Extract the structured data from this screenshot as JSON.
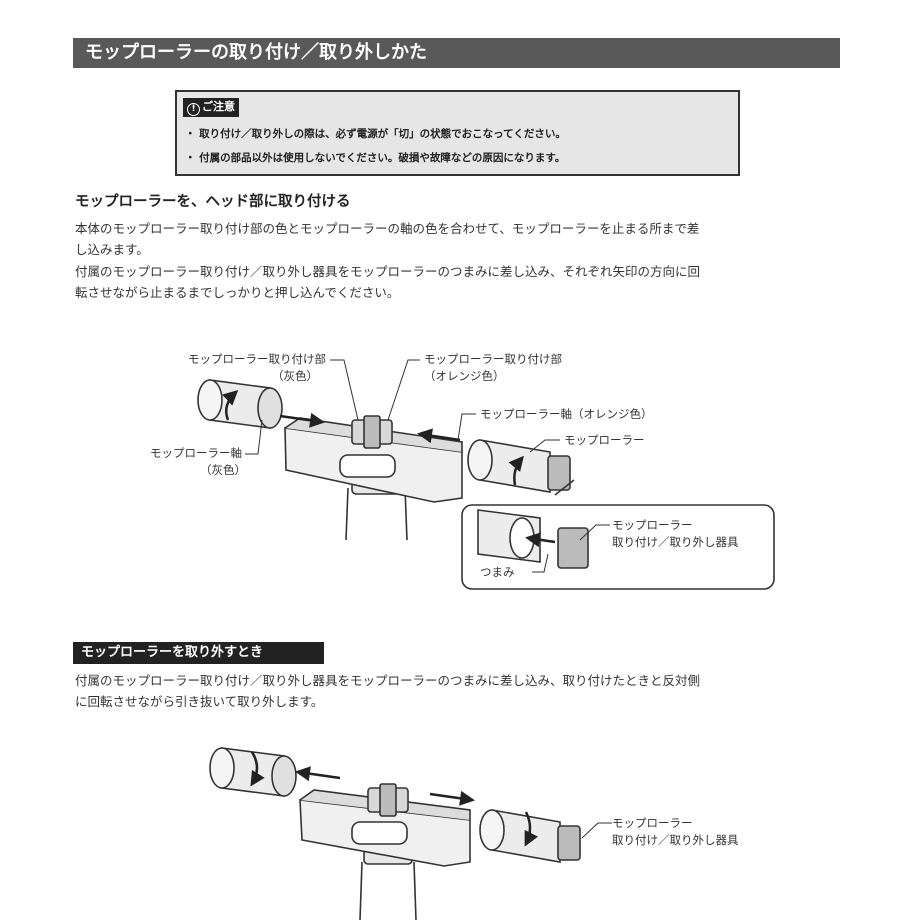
{
  "header": {
    "title": "モップローラーの取り付け／取り外しかた"
  },
  "caution": {
    "label": "ご注意",
    "icon": "exclamation-circle-icon",
    "lines": [
      "・ 取り付け／取り外しの際は、必ず電源が「切」の状態でおこなってください。",
      "・ 付属の部品以外は使用しないでください。破損や故障などの原因になります。"
    ]
  },
  "attach_section": {
    "heading": "モップローラーを、ヘッド部に取り付ける",
    "paragraph_lines": [
      "本体のモップローラー取り付け部の色とモップローラーの軸の色を合わせて、モップローラーを止まる所まで差",
      "し込みます。",
      "付属のモップローラー取り付け／取り外し器具をモップローラーのつまみに差し込み、それぞれ矢印の方向に回",
      "転させながら止まるまでしっかりと押し込んでください。"
    ]
  },
  "diagram1": {
    "labels": {
      "mount_gray_1": "モップローラー取り付け部",
      "mount_gray_2": "（灰色）",
      "mount_orange_1": "モップローラー取り付け部",
      "mount_orange_2": "（オレンジ色）",
      "shaft_orange": "モップローラー軸（オレンジ色）",
      "roller": "モップローラー",
      "shaft_gray_1": "モップローラー軸",
      "shaft_gray_2": "（灰色）",
      "tool_1": "モップローラー",
      "tool_2": "取り付け／取り外し器具",
      "knob": "つまみ"
    }
  },
  "remove_section": {
    "heading": "モップローラーを取り外すとき",
    "paragraph_lines": [
      "付属のモップローラー取り付け／取り外し器具をモップローラーのつまみに差し込み、取り付けたときと反対側",
      "に回転させながら引き抜いて取り外します。"
    ]
  },
  "diagram2": {
    "labels": {
      "tool_1": "モップローラー",
      "tool_2": "取り付け／取り外し器具"
    }
  }
}
